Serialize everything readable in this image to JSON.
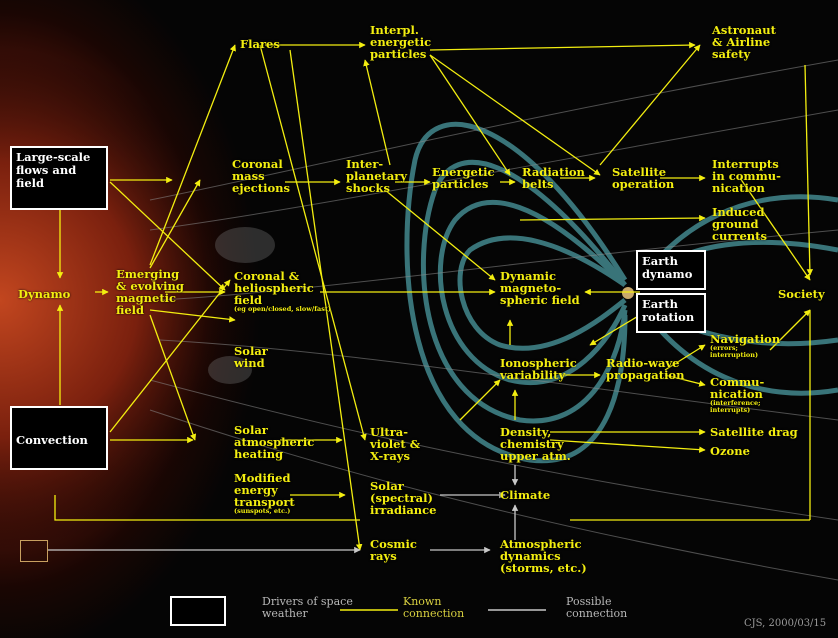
{
  "drivers": {
    "large_scale": "Large-scale\nflows and\nfield",
    "convection": "Convection",
    "earth_dynamo": "Earth\ndynamo",
    "earth_rotation": "Earth\nrotation"
  },
  "nodes": {
    "flares": "Flares",
    "interpl_particles": "Interpl.\nenergetic\nparticles",
    "astronaut": "Astronaut\n& Airline\nsafety",
    "cme": "Coronal\nmass\nejections",
    "shocks": "Inter-\nplanetary\nshocks",
    "energetic": "Energetic\nparticles",
    "radiation": "Radiation\nbelts",
    "satellite_op": "Satellite\noperation",
    "interrupts": "Interrupts\nin commu-\nnication",
    "induced": "Induced\nground\ncurrents",
    "dynamo": "Dynamo",
    "emerging": "Emerging\n& evolving\nmagnetic\nfield",
    "coronal_helio": "Coronal &\nheliospheric\nfield",
    "coronal_helio_note": "(eg open/closed, slow/fast)",
    "magneto": "Dynamic\nmagneto-\nspheric field",
    "society": "Society",
    "navigation": "Navigation",
    "navigation_note": "(errors;\ninterruption)",
    "solar_wind": "Solar\nwind",
    "iono": "Ionospheric\nvariability",
    "radiowave": "Radio-wave\npropagation",
    "communication": "Commu-\nnication",
    "communication_note": "(interference;\ninterrupts)",
    "solar_atm": "Solar\natmospheric\nheating",
    "uv": "Ultra-\nviolet &\nX-rays",
    "density": "Density,\nchemistry\nupper atm.",
    "sat_drag": "Satellite drag",
    "ozone": "Ozone",
    "modified": "Modified\nenergy\ntransport",
    "modified_note": "(sunspots, etc.)",
    "irradiance": "Solar\n(spectral)\nirradiance",
    "climate": "Climate",
    "cosmic": "Cosmic\nrays",
    "atm_dyn": "Atmospheric\ndynamics\n(storms, etc.)"
  },
  "legend": {
    "drivers": "Drivers of space\nweather",
    "known": "Known\nconnection",
    "possible": "Possible\nconnection"
  },
  "credit": "CJS, 2000/03/15",
  "colors": {
    "known": "#f3ee10",
    "possible": "#c8c8c8",
    "driver_border": "#ffffff"
  }
}
